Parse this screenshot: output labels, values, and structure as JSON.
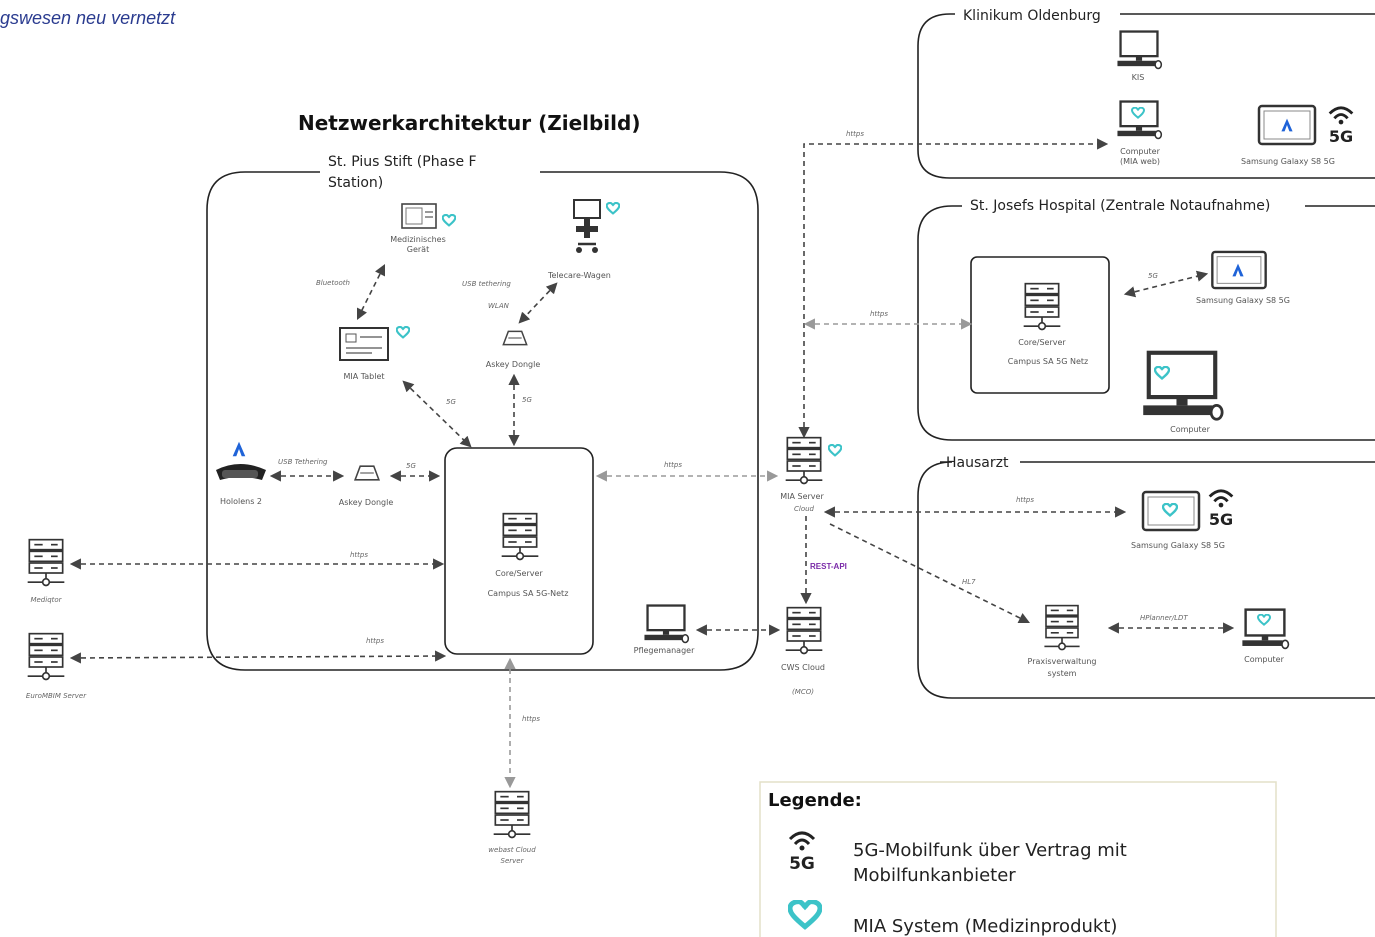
{
  "header": {
    "logo_tagline": "gswesen neu vernetzt"
  },
  "title": "Netzwerkarchitektur (Zielbild)",
  "groups": {
    "st_pius": {
      "label_line1": "St. Pius Stift (Phase F",
      "label_line2": "Station)"
    },
    "klinikum": {
      "label": "Klinikum Oldenburg"
    },
    "st_josefs": {
      "label": "St. Josefs Hospital (Zentrale Notaufnahme)"
    },
    "hausarzt": {
      "label": "Hausarzt"
    }
  },
  "nodes": {
    "medizinisches_geraet": {
      "line1": "Medizinisches",
      "line2": "Gerät"
    },
    "telecare_wagen": {
      "label": "Telecare-Wagen"
    },
    "mia_tablet": {
      "label": "MIA Tablet"
    },
    "askey_dongle_top": {
      "label": "Askey Dongle"
    },
    "hololens": {
      "label": "Hololens 2"
    },
    "askey_dongle_left": {
      "label": "Askey Dongle"
    },
    "core_server_pius": {
      "line1": "Core/Server",
      "line2": "Campus SA 5G-Netz"
    },
    "pflegemanager": {
      "label": "Pflegemanager"
    },
    "mediqtor": {
      "label": "Mediqtor"
    },
    "eurombim": {
      "label": "EuroMBIM Server"
    },
    "webast_cloud": {
      "line1": "webast Cloud",
      "line2": "Server"
    },
    "mia_server": {
      "line1": "MIA Server",
      "line2": "Cloud"
    },
    "cws_cloud": {
      "line1": "CWS Cloud",
      "line2": "(MCO)"
    },
    "kis": {
      "label": "KIS"
    },
    "computer_mia_web": {
      "line1": "Computer",
      "line2": "(MIA web)"
    },
    "galaxy_klinikum": {
      "label": "Samsung Galaxy S8 5G"
    },
    "core_server_josefs": {
      "line1": "Core/Server",
      "line2": "Campus SA 5G Netz"
    },
    "galaxy_josefs": {
      "label": "Samsung Galaxy S8 5G"
    },
    "computer_josefs": {
      "label": "Computer"
    },
    "galaxy_hausarzt": {
      "label": "Samsung Galaxy S8 5G"
    },
    "praxisverwaltung": {
      "line1": "Praxisverwaltung",
      "line2": "system"
    },
    "computer_hausarzt": {
      "label": "Computer"
    }
  },
  "edge_labels": {
    "bluetooth": "Bluetooth",
    "usb_tethering_top": "USB tethering",
    "wlan": "WLAN",
    "5g_tablet": "5G",
    "5g_dongle_top": "5G",
    "usb_tethering_left": "USB Tethering",
    "5g_dongle_left": "5G",
    "https_mia_core": "https",
    "https_mediqtor": "https",
    "https_eurombim": "https",
    "https_webast": "https",
    "https_klinikum": "https",
    "https_josefs": "https",
    "5g_josefs": "5G",
    "https_hausarzt": "https",
    "hl7": "HL7",
    "rest_api": "REST-API",
    "hl7_ldt": "HPlanner/LDT"
  },
  "legend": {
    "title": "Legende:",
    "item_5g_line1": "5G-Mobilfunk über Vertrag mit",
    "item_5g_line2": "Mobilfunkanbieter",
    "item_mia": "MIA System (Medizinprodukt)"
  },
  "colors": {
    "mia_heart": "#3cc3c8",
    "hololens_blue": "#1f63d8",
    "rest_api": "#7a2aa8"
  },
  "icons": [
    "server-icon",
    "computer-icon",
    "tablet-icon",
    "5g-signal-icon",
    "mia-heart-icon",
    "dongle-icon",
    "hololens-icon",
    "telecare-cart-icon",
    "medical-device-icon"
  ]
}
